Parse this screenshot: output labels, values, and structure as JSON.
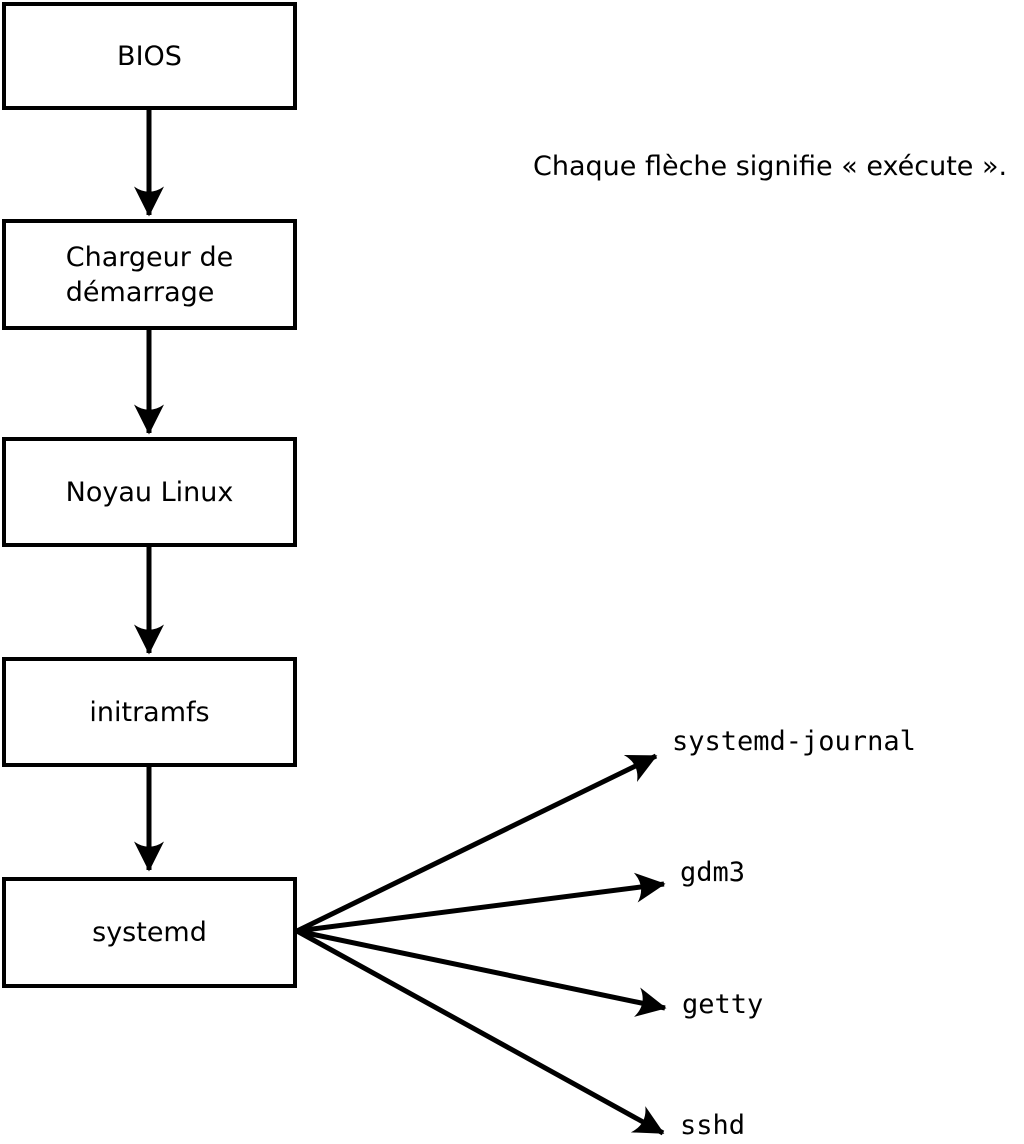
{
  "colors": {
    "stroke": "#000000",
    "box_fill": "#ffffff",
    "text": "#000000",
    "background": "#ffffff"
  },
  "annotation": {
    "text": "Chaque flèche signifie « exécute »."
  },
  "boot_chain": [
    {
      "label": "BIOS"
    },
    {
      "label": "Chargeur de\ndémarrage"
    },
    {
      "label": "Noyau Linux"
    },
    {
      "label": "initramfs"
    },
    {
      "label": "systemd"
    }
  ],
  "spawned_processes": [
    {
      "label": "systemd-journal"
    },
    {
      "label": "gdm3"
    },
    {
      "label": "getty"
    },
    {
      "label": "sshd"
    }
  ]
}
